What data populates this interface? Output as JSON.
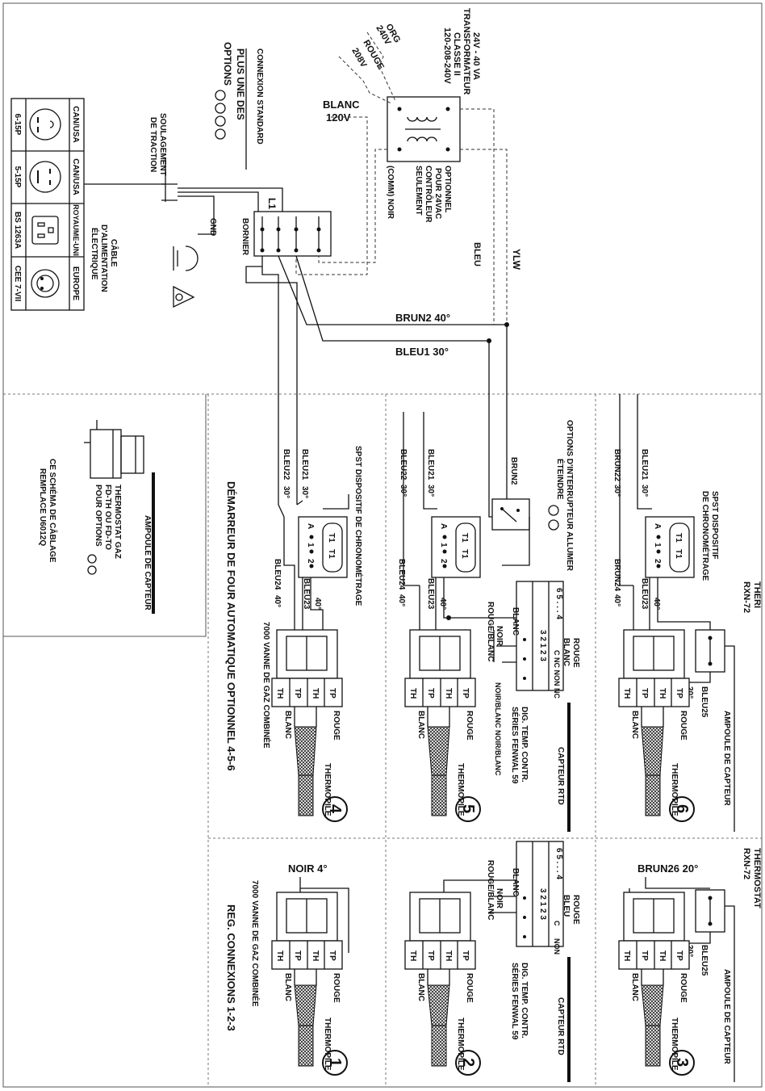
{
  "transformer": {
    "title": "TRANSFORMATEUR",
    "rating": "24V - 40 VA",
    "class": "CLASSE II",
    "input": "120-208-240V",
    "org": "ORG",
    "v240": "240V",
    "rouge": "ROUGE",
    "v208": "208V",
    "blanc": "BLANC",
    "v120": "120V",
    "opt1": "OPTIONNEL",
    "opt2": "POUR 24VAC",
    "opt3": "CONTRÔLEUR",
    "opt4": "SEULEMENT",
    "comm": "(COMM) NOIR"
  },
  "top": {
    "std": "CONNEXION STANDARD",
    "plus1": "PLUS UNE DES",
    "plus2": "OPTIONS",
    "relief1": "SOULAGEMENT",
    "relief2": "DE TRACTION",
    "gnd": "GND",
    "cable1": "CÂBLE",
    "cable2": "D'ALIMENTATION",
    "cable3": "ÉLECTRIQUE",
    "bornier": "BORNIER",
    "l1": "L1",
    "bleu": "BLEU",
    "ylw": "YLW",
    "brun2": "BRUN2 40°",
    "bleu1": "BLEU1 30°"
  },
  "plugs": [
    {
      "region": "CAN/USA",
      "code": "6-15P"
    },
    {
      "region": "CAN/USA",
      "code": "5-15P"
    },
    {
      "region": "ROYAUME-UNI",
      "code": "BS 1263A"
    },
    {
      "region": "EUROPE",
      "code": "CEE 7-VII"
    }
  ],
  "side": {
    "bulb": "AMPOULE DE CAPTEUR",
    "thermo1": "THERMOSTAT GAZ",
    "thermo2": "FD-TH OU FD-TO",
    "thermo3": "POUR OPTIONS",
    "note1": "CE SCHÉMA DE CÂBLAGE",
    "note2": "REMPLACE U6012Q"
  },
  "panel4": {
    "spst": "SPST DISPOSITIF DE CHRONOMÉTRAGE",
    "bleu21": "BLEU21",
    "d30a": "30°",
    "bleu22": "BLEU22",
    "d30b": "30°",
    "t1": "T1",
    "t2": "T1",
    "a": "A",
    "c1": "1",
    "c2": "2",
    "bleu24": "BLEU24",
    "d40a": "40°",
    "bleu23": "BLEU23",
    "d40b": "40°",
    "valve": "7000 VANNE DE GAZ COMBINÉE",
    "th": "TH",
    "tp": "TP",
    "th2": "TH",
    "tp2": "TP",
    "blanc": "BLANC",
    "rouge": "ROUGE",
    "thermopile": "THERMOPILE",
    "num": "4",
    "caption": "DÉMARREUR DE FOUR AUTOMATIQUE OPTIONNEL 4-5-6"
  },
  "panel5": {
    "opt1": "OPTIONS D'INTERRUPTEUR ALLUMER",
    "opt2": "ÉTEINDRE",
    "brun2": "BRUN2",
    "bleu21": "BLEU21",
    "d30a": "30°",
    "bleu22": "BLEU22",
    "d30b": "30°",
    "bleu24": "BLEU24",
    "d40a": "40°",
    "bleu23": "BLEU23",
    "d40b": "40°",
    "blanc_w": "BLANC",
    "noir": "NOIR",
    "rougeblanc": "ROUGE/BLANC",
    "rouge_top": "ROUGE",
    "blanc_top": "BLANC",
    "c_row": "C NC NON NC",
    "noirblanc": "NOIR/BLANC NOIR/BLANC",
    "dig1": "DIG. TEMP. CONTR.",
    "dig2": "SÉRIES FENWAL 59",
    "rtd": "CAPTEUR RTD",
    "blanc": "BLANC",
    "rouge": "ROUGE",
    "thermopile": "THERMOPILE",
    "num": "5"
  },
  "panel6": {
    "spst1": "SPST DISPOSITIF",
    "spst2": "DE CHRONOMÉTRAGE",
    "bleu21": "BLEU21",
    "d30a": "30°",
    "brun22": "BRUN22",
    "d30b": "30°",
    "brun24": "BRUN24",
    "d40a": "40°",
    "bleu23": "BLEU23",
    "d40b": "40°",
    "theri1": "THERI",
    "theri2": "RXN-72",
    "bleu25": "BLEU25",
    "d20": "20°",
    "bulb": "AMPOULE DE CAPTEUR",
    "blanc": "BLANC",
    "rouge": "ROUGE",
    "thermopile": "THERMOPILE",
    "num": "6"
  },
  "panel1": {
    "noir": "NOIR 4°",
    "valve": "7000 VANNE DE GAZ COMBINÉE",
    "blanc": "BLANC",
    "rouge": "ROUGE",
    "thermopile": "THERMOPILE",
    "num": "1",
    "caption": "REG. CONNEXIONS 1-2-3"
  },
  "panel2": {
    "rouge_top": "ROUGE",
    "bleu": "BLEU",
    "blanc_w": "BLANC",
    "noir": "NOIR",
    "rougeblanc": "ROUGE/BLANC",
    "c": "C",
    "non": "NON",
    "dig1": "DIG. TEMP. CONTR.",
    "dig2": "SÉRIES FENWAL 59",
    "rtd": "CAPTEUR RTD",
    "blanc": "BLANC",
    "rouge": "ROUGE",
    "thermopile": "THERMOPILE",
    "num": "2"
  },
  "panel3": {
    "brun26": "BRUN26  20°",
    "thermo1": "THERMOSTAT",
    "thermo2": "RXN-72",
    "bleu25": "BLEU25",
    "d20": "20°",
    "bulb": "AMPOULE DE CAPTEUR",
    "blanc": "BLANC",
    "rouge": "ROUGE",
    "thermopile": "THERMOPILE",
    "num": "3"
  }
}
